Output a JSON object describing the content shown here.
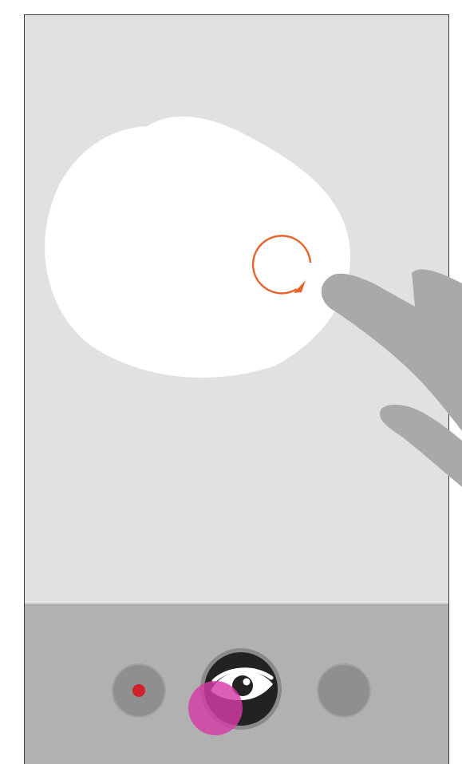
{
  "screen": {
    "name": "gesture-tutorial",
    "gesture": "circle-drag"
  },
  "toolbar": {
    "left_button_icon": "record-dot-icon",
    "center_button_icon": "eye-icon",
    "center_button_state": "pressed",
    "right_button_icon": "blank-circle"
  },
  "colors": {
    "canvas_background": "#e1e1e1",
    "toolbar_background": "#b1b1b1",
    "blob": "#ffffff",
    "circle_gesture": "#e8622c",
    "hand": "#a7a9ab",
    "record_dot": "#d0202a",
    "touch_indicator": "#d43aa5"
  }
}
